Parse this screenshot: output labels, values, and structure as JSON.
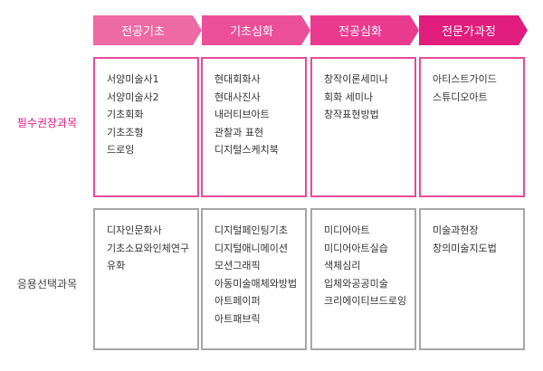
{
  "stages": [
    "전공기초",
    "기초심화",
    "전공심화",
    "전문가과정"
  ],
  "rows": [
    {
      "label": "필수권장과목",
      "columns": [
        [
          "서양미술사1",
          "서양미술사2",
          "기초회화",
          "기초조형",
          "드로잉"
        ],
        [
          "현대회화사",
          "현대사진사",
          "내러티브아트",
          "관찰과 표현",
          "디지털스케치북"
        ],
        [
          "창작이론세미나",
          "회화 세미나",
          "창작표현방법"
        ],
        [
          "아티스트가이드",
          "스튜디오아트"
        ]
      ]
    },
    {
      "label": "응용선택과목",
      "columns": [
        [
          "디자인문화사",
          "기초소묘와인체연구",
          "유화"
        ],
        [
          "디지털페인팅기초",
          "디지털애니메이션",
          "모션그래픽",
          "아동미술매체와방법",
          "아트페이퍼",
          "아트패브릭"
        ],
        [
          "미디어아트",
          "미디어아트실습",
          "색체심리",
          "입체와공공미술",
          "크리에이티브드로잉"
        ],
        [
          "미술과현장",
          "창의미술지도법"
        ]
      ]
    }
  ],
  "colors": {
    "stage_1": "#ee6aa4",
    "stage_2": "#ec4f99",
    "stage_3": "#e93a90",
    "stage_4": "#e01c7c",
    "required_border": "#e64c97",
    "required_label": "#e3197b",
    "elective_border": "#a6a6a6",
    "elective_label": "#444444"
  }
}
